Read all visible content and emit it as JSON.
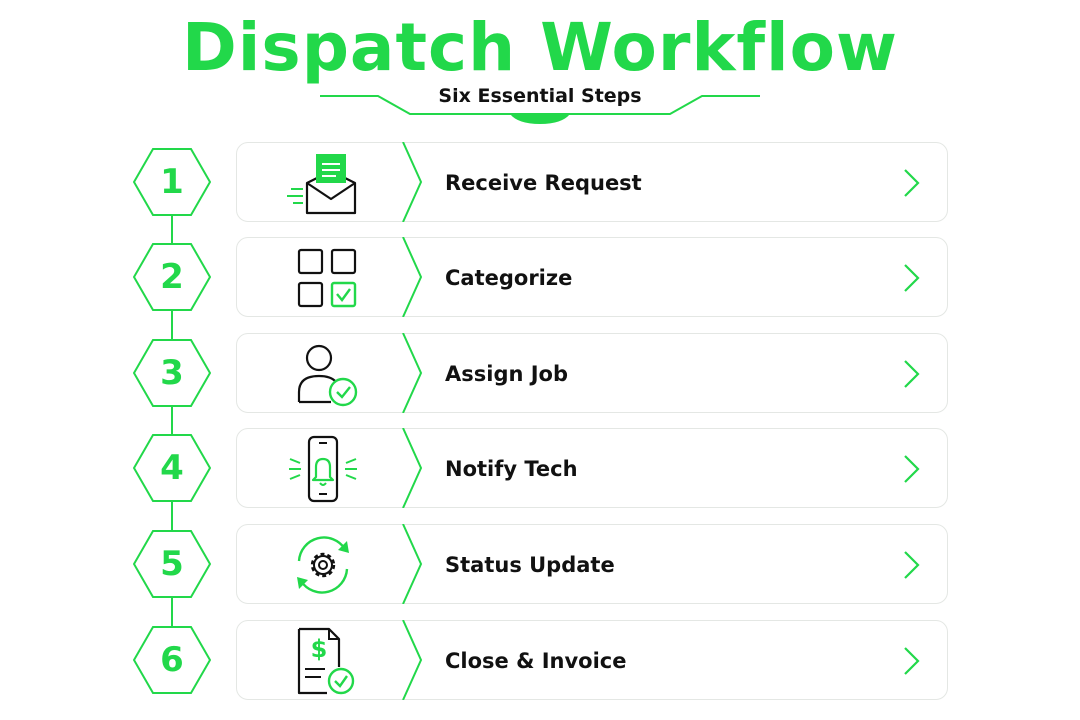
{
  "header": {
    "title": "Dispatch Workflow",
    "subtitle": "Six Essential Steps"
  },
  "colors": {
    "accent": "#22d84a",
    "text": "#111111",
    "card_border": "#e4e7e4"
  },
  "steps": [
    {
      "number": "1",
      "label": "Receive Request",
      "icon": "envelope-letter-icon"
    },
    {
      "number": "2",
      "label": "Categorize",
      "icon": "checkbox-grid-icon"
    },
    {
      "number": "3",
      "label": "Assign Job",
      "icon": "user-check-icon"
    },
    {
      "number": "4",
      "label": "Notify Tech",
      "icon": "phone-bell-icon"
    },
    {
      "number": "5",
      "label": "Status Update",
      "icon": "gear-sync-icon"
    },
    {
      "number": "6",
      "label": "Close & Invoice",
      "icon": "invoice-check-icon"
    }
  ]
}
